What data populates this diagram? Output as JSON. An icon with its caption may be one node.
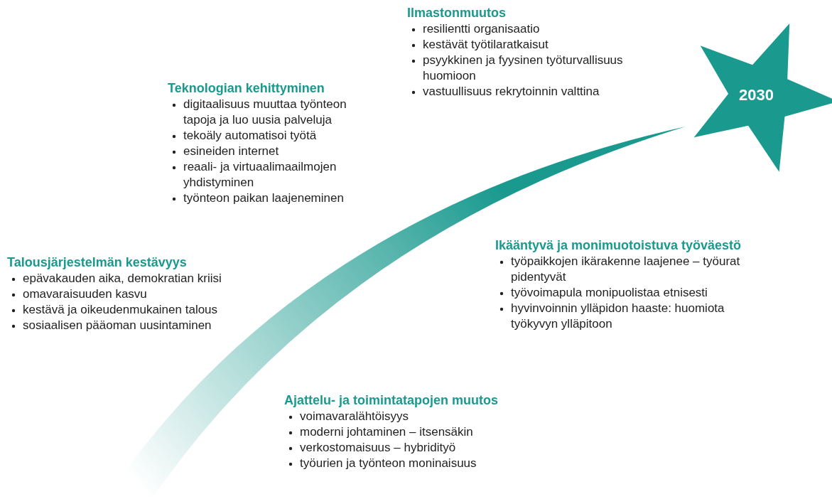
{
  "diagram": {
    "nodes": [
      {
        "text": [
          "2030"
        ]
      }
    ],
    "labels": [
      "Ilmastonmuutos",
      "resilientti organisaatio",
      "kestävät työtilaratkaisut",
      "psyykkinen ja fyysinen työturvallisuus huomioon",
      "vastuullisuus rekrytoinnin valttina",
      "Teknologian kehittyminen",
      "digitaalisuus muuttaa työnteon tapoja ja luo uusia palveluja",
      "tekoäly automatisoi työtä",
      "esineiden internet",
      "reaali- ja virtuaalimaailmojen yhdistyminen",
      "työnteon paikan laajeneminen",
      "Talousjärjestelmän kestävyys",
      "epävakauden aika, demokratian kriisi",
      "omavaraisuuden kasvu",
      "kestävä ja oikeudenmukainen talous",
      "sosiaalisen pääoman uusintaminen",
      "Ikääntyvä ja monimuotoistuva työväestö",
      "työpaikkojen ikärakenne laajenee – työurat pidentyvät",
      "työvoimapula monipuolistaa etnisesti",
      "hyvinvoinnin ylläpidon haaste: huomiota työkyvyn ylläpitoon",
      "Ajattelu- ja toimintatapojen muutos",
      "voimavaralähtöisyys",
      "moderni johtaminen – itsensäkin",
      "verkostomaisuus – hybridityö",
      "työurien ja työnteon moninaisuus"
    ]
  }
}
